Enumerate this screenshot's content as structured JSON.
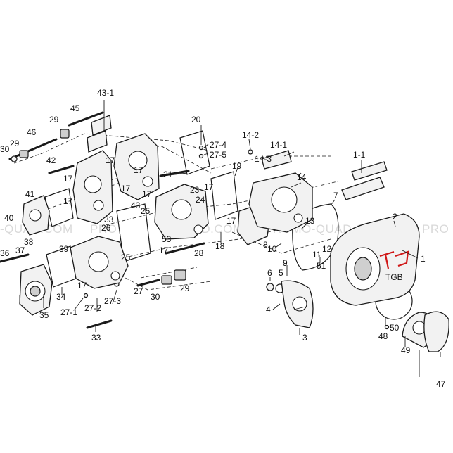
{
  "watermark": {
    "left": "-QUAD.COM",
    "mid1": "PRO",
    "mid2": "QUAD.COM",
    "mid3": "PROMO-QUAD.COM",
    "right": "PRO"
  },
  "brand_logo_text": "TGB",
  "colors": {
    "logo_stroke": "#d01818",
    "line": "#1a1a1a",
    "watermark": "#d9d9d9"
  },
  "labels": {
    "l43_1": "43-1",
    "l45": "45",
    "l29a": "29",
    "l46": "46",
    "l29b": "29",
    "l30a": "30",
    "l42": "42",
    "l17a": "17",
    "l17b": "17",
    "l17c": "17",
    "l17d": "17",
    "l41": "41",
    "l40": "40",
    "l17e": "17",
    "l33a": "33",
    "l20": "20",
    "l27_4": "27-4",
    "l27_5": "27-5",
    "l21": "21",
    "l14_2": "14-2",
    "l14_1": "14-1",
    "l14_3": "14-3",
    "l1_1": "1-1",
    "l19": "19",
    "l14": "14",
    "l17f": "17",
    "l23": "23",
    "l17g": "17",
    "l24": "24",
    "l43": "43",
    "l25a": "25",
    "l26": "26",
    "l53": "53",
    "l17h": "17",
    "l17i": "17",
    "l18": "18",
    "l7": "7",
    "l2": "2",
    "l13": "13",
    "l10": "10",
    "l11": "11",
    "l12": "12",
    "l8": "8",
    "l9": "9",
    "l1": "1",
    "l36": "36",
    "l38": "38",
    "l37": "37",
    "l39": "39",
    "l25b": "25",
    "l6": "6",
    "l5": "5",
    "l51": "51",
    "l28": "28",
    "l34": "34",
    "l17j": "17",
    "l4": "4",
    "l27": "27",
    "l29c": "29",
    "l30b": "30",
    "l35": "35",
    "l27_1": "27-1",
    "l27_2": "27-2",
    "l27_3": "27-3",
    "l3": "3",
    "l48": "48",
    "l50": "50",
    "l49": "49",
    "l47": "47",
    "l33b": "33"
  }
}
